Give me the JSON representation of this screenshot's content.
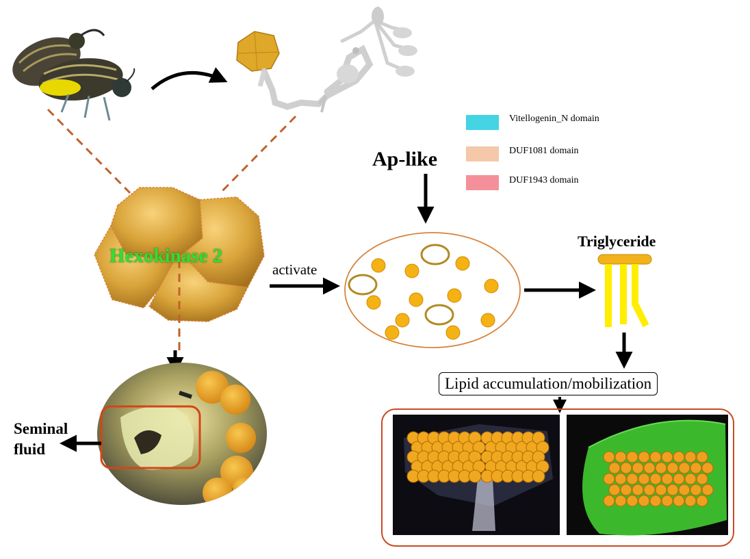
{
  "labels": {
    "hexokinase": "Hexokinase 2",
    "activate": "activate",
    "ap_like": "Ap-like",
    "triglyceride": "Triglyceride",
    "lipid": "Lipid accumulation/mobilization",
    "seminal_line1": "Seminal",
    "seminal_line2": "fluid"
  },
  "legend": [
    {
      "label": "Vitellogenin_N domain",
      "color": "#44d4e4"
    },
    {
      "label": "DUF1081 domain",
      "color": "#f4c8a8"
    },
    {
      "label": "DUF1943 domain",
      "color": "#f4909a"
    }
  ],
  "colors": {
    "dashed_line": "#c0622a",
    "cell_outline": "#d9823a",
    "lipid_droplet": "#f5b214",
    "vesicle_ring": "#b08a22",
    "triglyceride_head": "#f2b21c",
    "triglyceride_tail": "#ffee00",
    "photo_frame": "#c84a22",
    "seminal_box": "#d24616",
    "hexokinase_text": "#33dd33"
  }
}
